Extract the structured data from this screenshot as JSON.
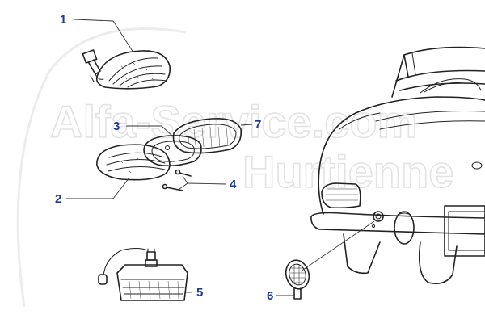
{
  "watermark": {
    "line1": "Alfa-Service.com",
    "line2": "Hurtienne"
  },
  "callouts": [
    {
      "label": "1"
    },
    {
      "label": "2"
    },
    {
      "label": "3"
    },
    {
      "label": "4"
    },
    {
      "label": "5"
    },
    {
      "label": "6"
    },
    {
      "label": "7"
    }
  ],
  "colors": {
    "callout": "#1a3a8f",
    "ink": "#222222",
    "watermark": "#e3e3e3"
  }
}
